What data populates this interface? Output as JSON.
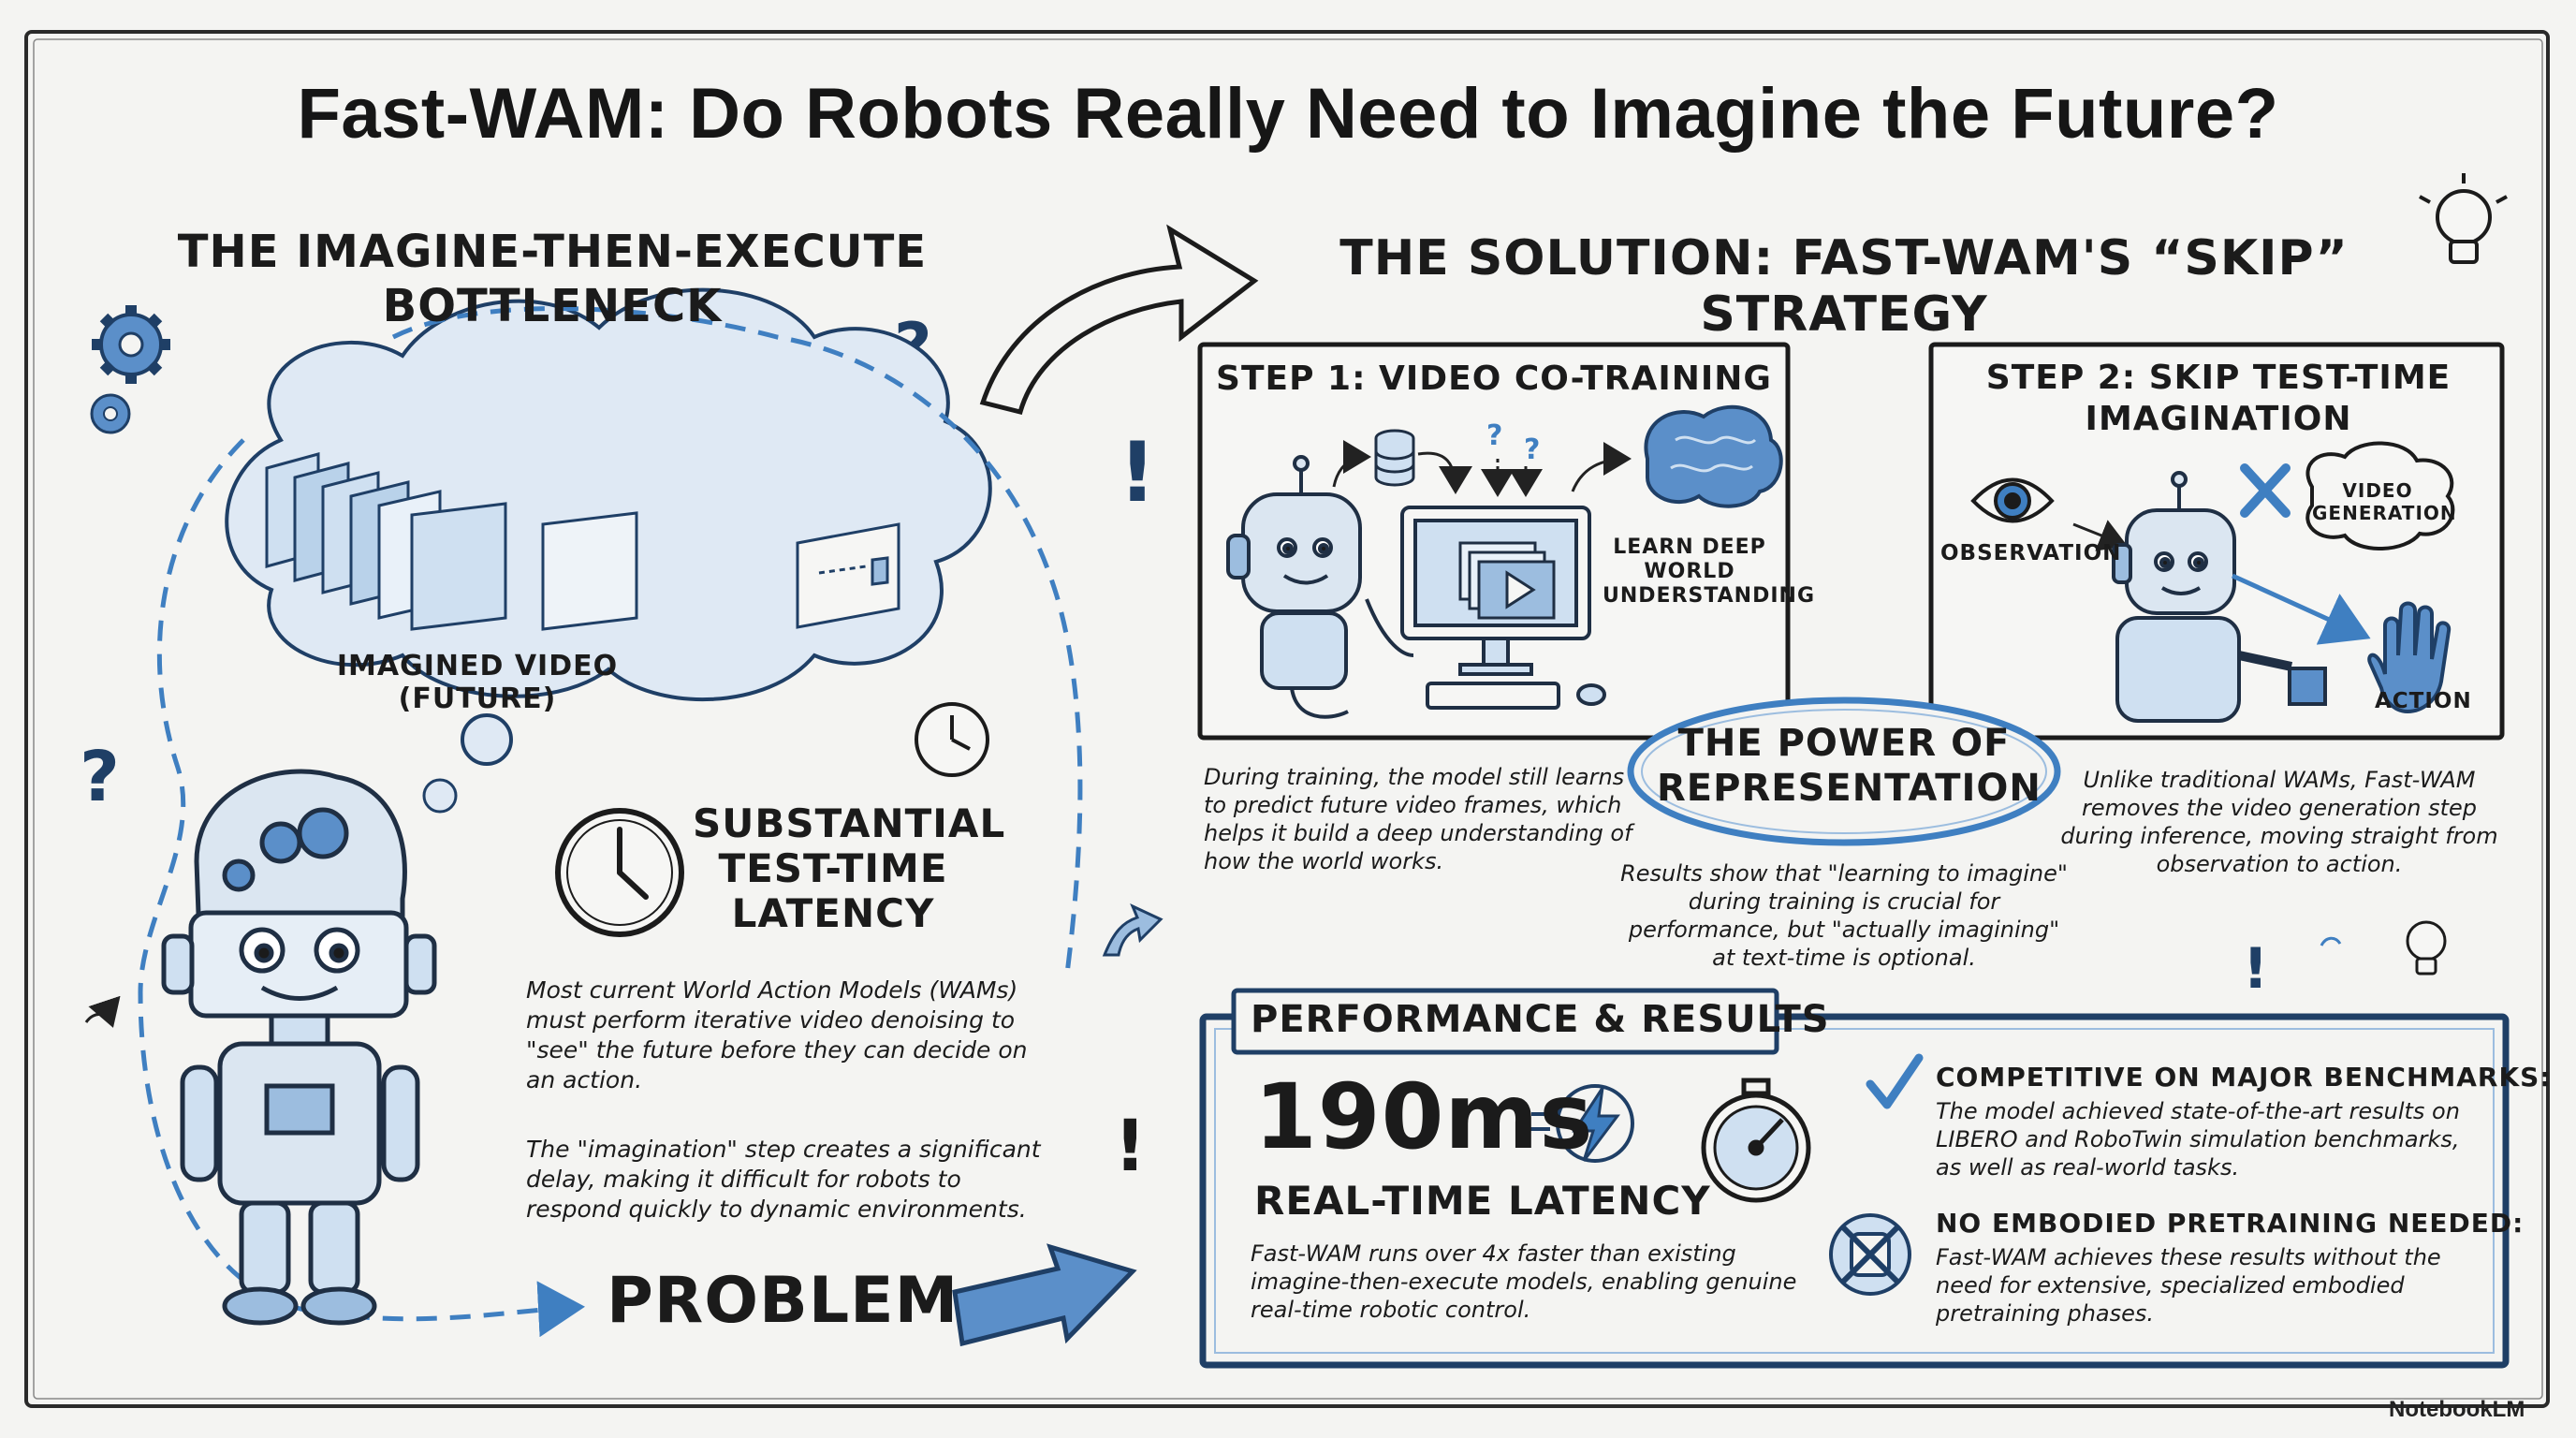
{
  "title": "Fast-WAM: Do Robots Really Need to Imagine the Future?",
  "problem": {
    "heading": "THE IMAGINE-THEN-EXECUTE BOTTLENECK",
    "cloud_label": "IMAGINED VIDEO (FUTURE)",
    "latency_heading": "SUBSTANTIAL TEST-TIME LATENCY",
    "para1": "Most current World Action Models (WAMs) must perform iterative video denoising to \"see\" the future before they can decide on an action.",
    "para2": "The \"imagination\" step creates a significant delay, making it difficult for robots to respond quickly to dynamic environments.",
    "badge": "PROBLEM"
  },
  "solution": {
    "heading": "THE SOLUTION: FAST-WAM'S “SKIP” STRATEGY",
    "step1": {
      "title": "STEP 1: VIDEO CO-TRAINING",
      "brain_label": "LEARN DEEP WORLD UNDERSTANDING",
      "description": "During training, the model still learns to predict future video frames, which helps it build a deep understanding of how the world works."
    },
    "step2": {
      "title": "STEP 2: SKIP TEST-TIME IMAGINATION",
      "observation_label": "OBSERVATION",
      "video_label": "VIDEO GENERATION",
      "action_label": "ACTION",
      "description": "Unlike traditional WAMs, Fast-WAM removes the video generation step during inference, moving straight from observation to action."
    },
    "representation": {
      "title": "THE POWER OF REPRESENTATION",
      "description": "Results show that \"learning to imagine\" during training is crucial for performance, but \"actually imagining\" at text-time is optional."
    }
  },
  "results": {
    "heading": "PERFORMANCE & RESULTS",
    "latency_value": "190ms",
    "latency_label": "REAL-TIME LATENCY",
    "latency_description": "Fast-WAM runs over 4x faster than existing imagine-then-execute models, enabling genuine real-time robotic control.",
    "point1_title": "COMPETITIVE ON MAJOR BENCHMARKS:",
    "point1_text": "The model achieved state-of-the-art results on LIBERO and RoboTwin simulation benchmarks, as well as real-world tasks.",
    "point2_title": "NO EMBODIED PRETRAINING NEEDED:",
    "point2_text": "Fast-WAM achieves these results without the need for extensive, specialized embodied pretraining phases."
  },
  "brand": "NotebookLM",
  "icons": [
    "gear-icon",
    "question-mark-icon",
    "clock-icon",
    "stopwatch-icon",
    "lightning-icon",
    "lightbulb-icon",
    "eye-icon",
    "brain-icon",
    "database-icon",
    "computer-icon",
    "hand-icon",
    "checkmark-icon",
    "no-pretraining-icon",
    "robot-icon",
    "exclamation-icon",
    "arrow-icon"
  ],
  "colors": {
    "accent_blue": "#3f7fc1",
    "light_blue": "#cfe0f1",
    "ink": "#1b1b1b",
    "paper": "#f4f4f2"
  }
}
